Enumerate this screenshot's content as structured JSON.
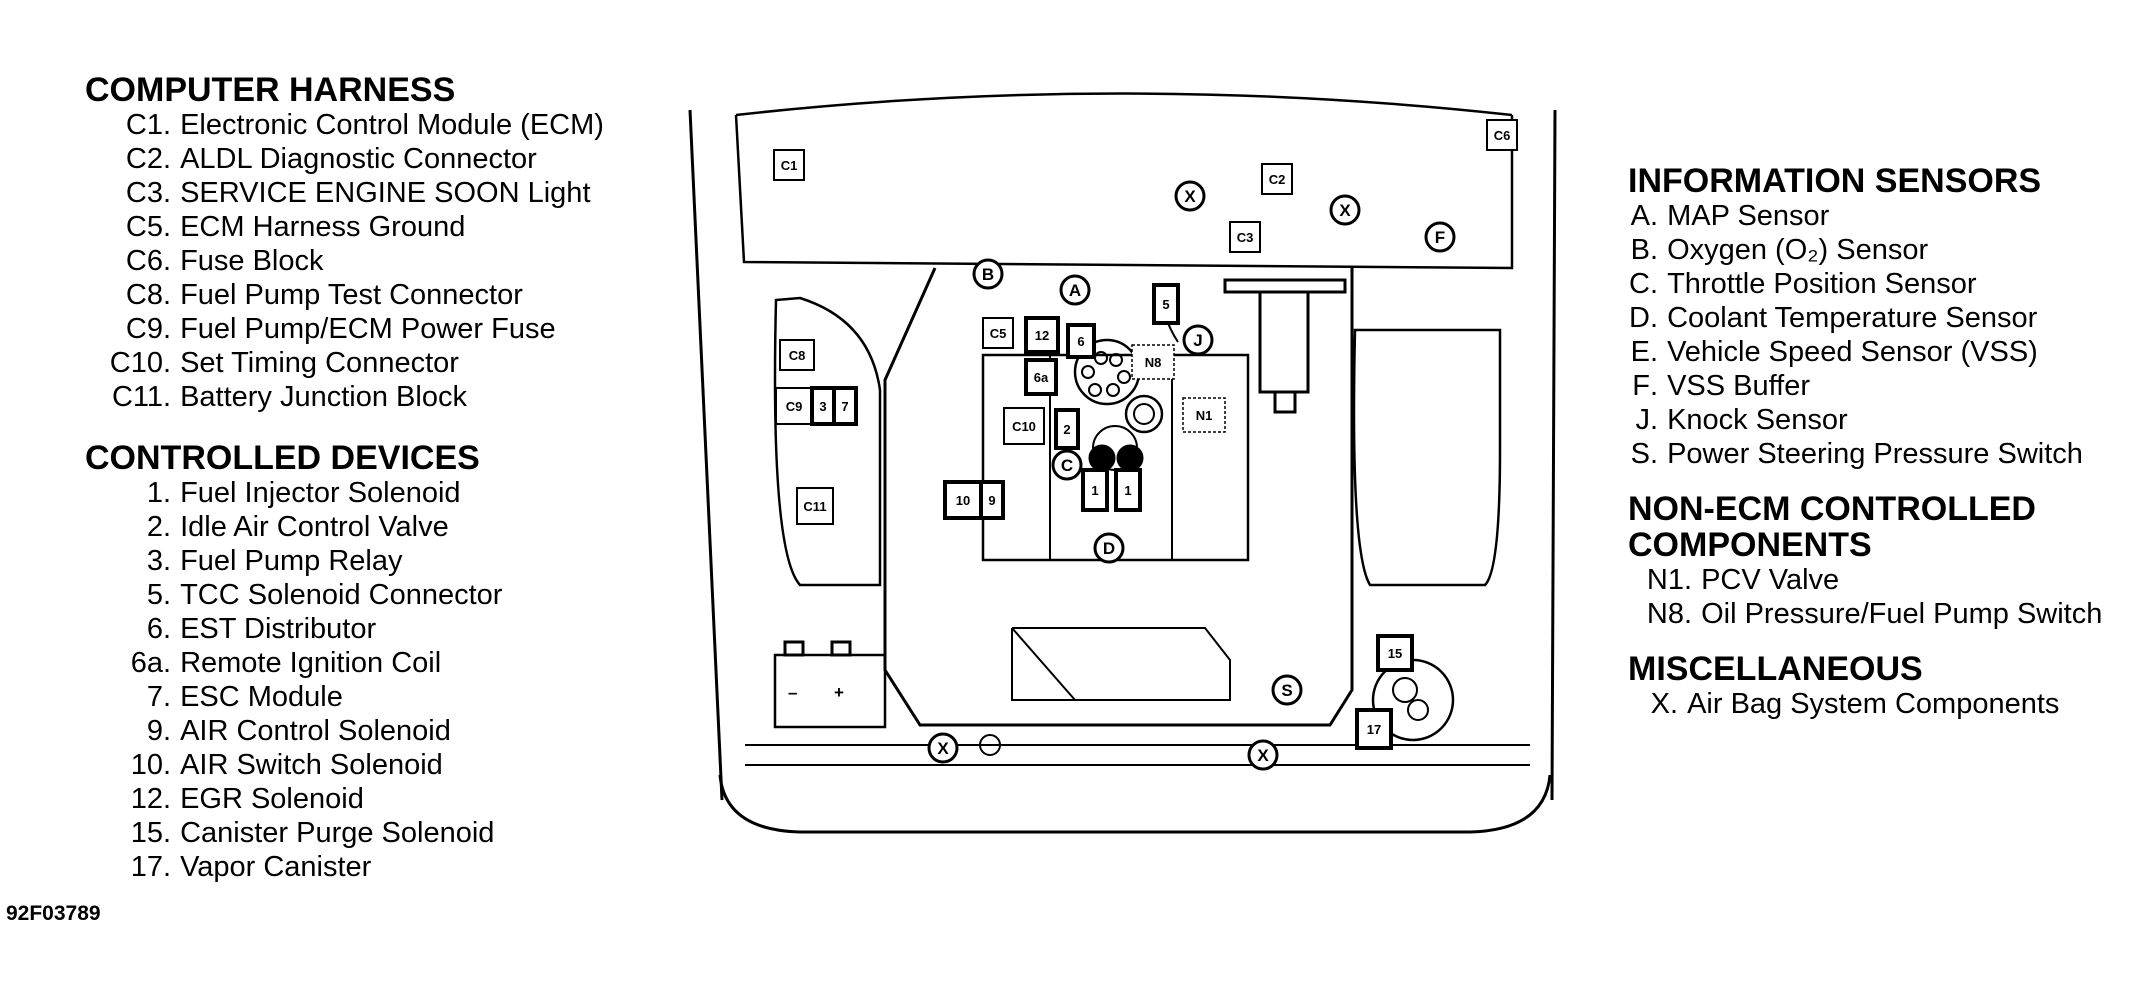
{
  "figure_id": "92F03789",
  "computer_harness": {
    "heading": "COMPUTER HARNESS",
    "items": [
      {
        "code": "C1",
        "label": "Electronic Control Module (ECM)"
      },
      {
        "code": "C2",
        "label": "ALDL Diagnostic Connector"
      },
      {
        "code": "C3",
        "label": "SERVICE ENGINE SOON Light"
      },
      {
        "code": "C5",
        "label": "ECM Harness Ground"
      },
      {
        "code": "C6",
        "label": "Fuse Block"
      },
      {
        "code": "C8",
        "label": "Fuel Pump Test Connector"
      },
      {
        "code": "C9",
        "label": "Fuel Pump/ECM Power Fuse"
      },
      {
        "code": "C10",
        "label": "Set Timing Connector"
      },
      {
        "code": "C11",
        "label": "Battery Junction Block"
      }
    ]
  },
  "controlled_devices": {
    "heading": "CONTROLLED DEVICES",
    "items": [
      {
        "code": "1",
        "label": "Fuel Injector Solenoid"
      },
      {
        "code": "2",
        "label": "Idle Air Control Valve"
      },
      {
        "code": "3",
        "label": "Fuel Pump Relay"
      },
      {
        "code": "5",
        "label": "TCC Solenoid Connector"
      },
      {
        "code": "6",
        "label": "EST Distributor"
      },
      {
        "code": "6a",
        "label": "Remote Ignition Coil"
      },
      {
        "code": "7",
        "label": "ESC Module"
      },
      {
        "code": "9",
        "label": "AIR Control Solenoid"
      },
      {
        "code": "10",
        "label": "AIR Switch Solenoid"
      },
      {
        "code": "12",
        "label": "EGR Solenoid"
      },
      {
        "code": "15",
        "label": "Canister Purge Solenoid"
      },
      {
        "code": "17",
        "label": "Vapor Canister"
      }
    ]
  },
  "information_sensors": {
    "heading": "INFORMATION SENSORS",
    "items": [
      {
        "code": "A",
        "label": "MAP Sensor"
      },
      {
        "code": "B",
        "label": "Oxygen (O₂) Sensor"
      },
      {
        "code": "C",
        "label": "Throttle Position Sensor"
      },
      {
        "code": "D",
        "label": "Coolant Temperature Sensor"
      },
      {
        "code": "E",
        "label": "Vehicle Speed Sensor (VSS)"
      },
      {
        "code": "F",
        "label": "VSS Buffer"
      },
      {
        "code": "J",
        "label": "Knock Sensor"
      },
      {
        "code": "S",
        "label": "Power Steering Pressure Switch"
      }
    ]
  },
  "non_ecm_components": {
    "heading_line1": "NON-ECM CONTROLLED",
    "heading_line2": "COMPONENTS",
    "items": [
      {
        "code": "N1",
        "label": "PCV Valve"
      },
      {
        "code": "N8",
        "label": "Oil Pressure/Fuel Pump Switch"
      }
    ]
  },
  "miscellaneous": {
    "heading": "MISCELLANEOUS",
    "items": [
      {
        "code": "X",
        "label": "Air Bag System Components"
      }
    ]
  },
  "diagram_labels": {
    "box": {
      "c1": "C1",
      "c2": "C2",
      "c3": "C3",
      "c5": "C5",
      "c6": "C6",
      "c8": "C8",
      "c9": "C9",
      "c10": "C10",
      "c11": "C11",
      "n1": "N1",
      "n8": "N8",
      "d1a": "1",
      "d1b": "1",
      "d2": "2",
      "d3": "3",
      "d5": "5",
      "d6": "6",
      "d6a": "6a",
      "d7": "7",
      "d9": "9",
      "d10": "10",
      "d12": "12",
      "d15": "15",
      "d17": "17"
    },
    "circle": {
      "a": "A",
      "b": "B",
      "c": "C",
      "d": "D",
      "f": "F",
      "j": "J",
      "s": "S",
      "x1": "X",
      "x2": "X",
      "x3": "X",
      "x4": "X"
    },
    "battery": {
      "minus": "–",
      "plus": "+"
    }
  }
}
